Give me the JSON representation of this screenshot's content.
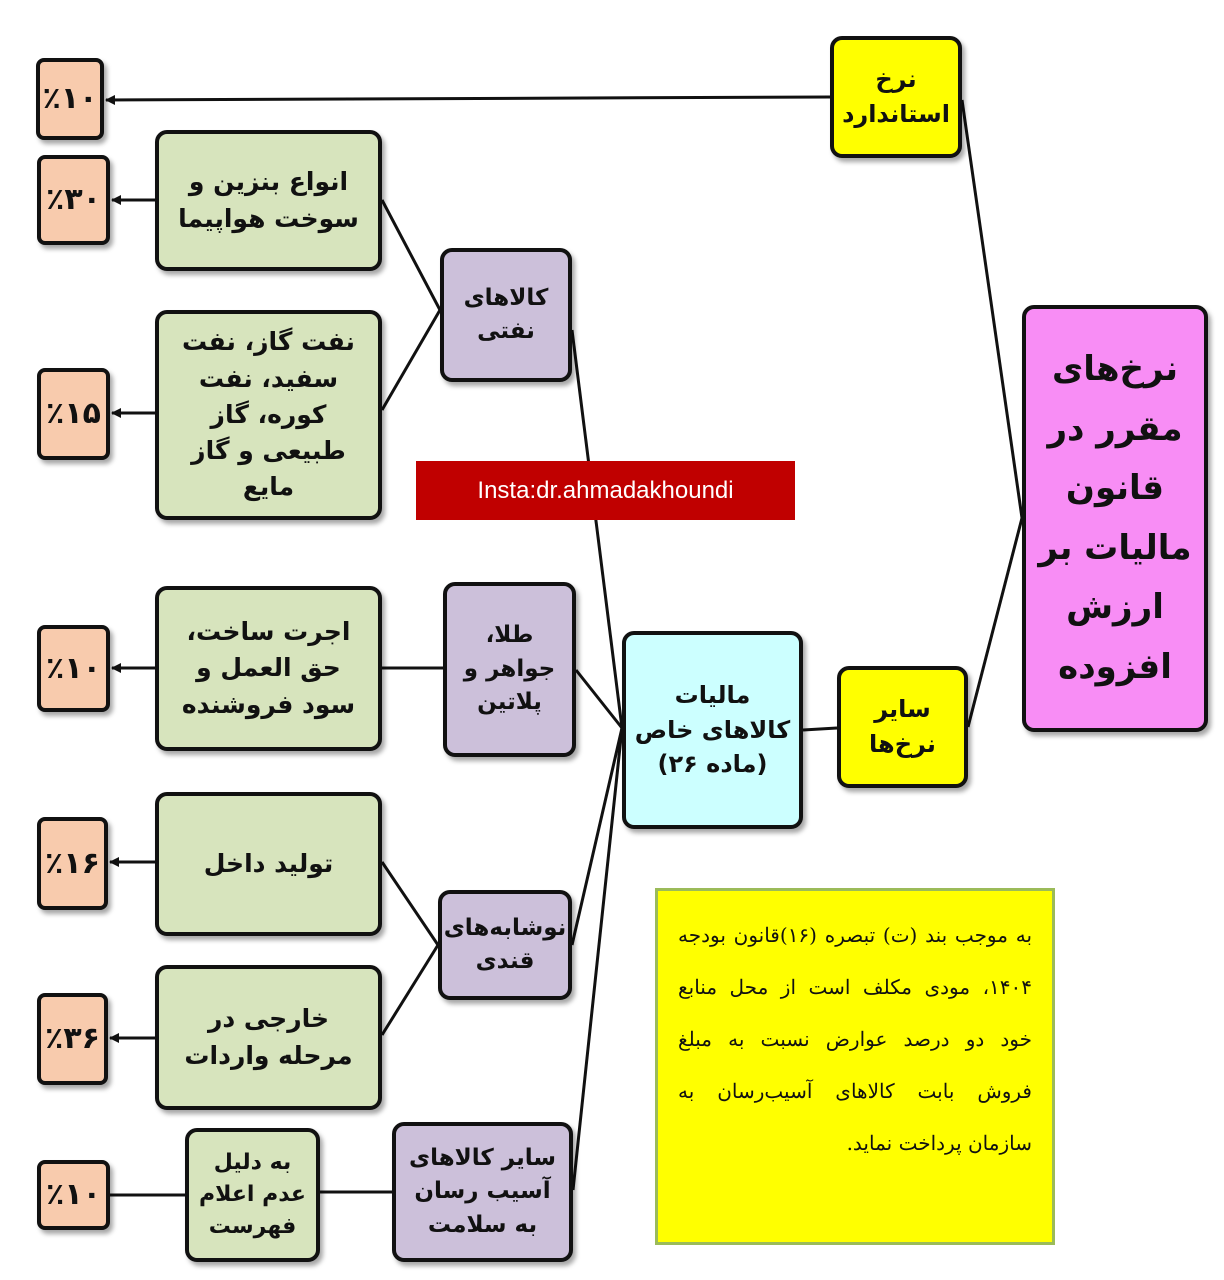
{
  "title": "نرخ‌های مقرر در قانون مالیات بر ارزش افزوده",
  "standard_rate": {
    "label": "نرخ استاندارد",
    "rate": "٪۱۰"
  },
  "other_rates": {
    "label": "سایر نرخ‌ها"
  },
  "special_goods": {
    "label": "مالیات کالاهای خاص",
    "article": "(ماده ۲۶)"
  },
  "categories": [
    {
      "label": "کالاهای نفتی",
      "items": [
        {
          "label": "انواع بنزین و سوخت هواپیما",
          "rate": "٪۳۰"
        },
        {
          "label": "نفت گاز، نفت سفید، نفت کوره، گاز طبیعی و گاز مایع",
          "rate": "٪۱۵"
        }
      ]
    },
    {
      "label": "طلا، جواهر و پلاتین",
      "items": [
        {
          "label": "اجرت ساخت، حق العمل و سود فروشنده",
          "rate": "٪۱۰"
        }
      ]
    },
    {
      "label": "نوشابه‌های قندی",
      "items": [
        {
          "label": "تولید داخل",
          "rate": "٪۱۶"
        },
        {
          "label": "خارجی در مرحله واردات",
          "rate": "٪۳۶"
        }
      ]
    },
    {
      "label": "سایر کالاهای آسیب رسان به سلامت",
      "items": [
        {
          "label": "به دلیل عدم اعلام فهرست",
          "rate": "٪۱۰"
        }
      ]
    }
  ],
  "watermark": "Insta:dr.ahmadakhoundi",
  "note": "به موجب بند (ت) تبصره (۱۶)قانون بودجه ۱۴۰۴، مودی مکلف است از محل منابع خود دو درصد عوارض نسبت به مبلغ فروش بابت کالاهای آسیب‌رسان به سازمان پرداخت نماید.",
  "colors": {
    "yellow": "#ffff00",
    "pink": "#f88df5",
    "cyan": "#ccffff",
    "lavender": "#ccc0da",
    "green": "#d7e4bd",
    "peach": "#f8cbad",
    "banner": "#c00000"
  }
}
